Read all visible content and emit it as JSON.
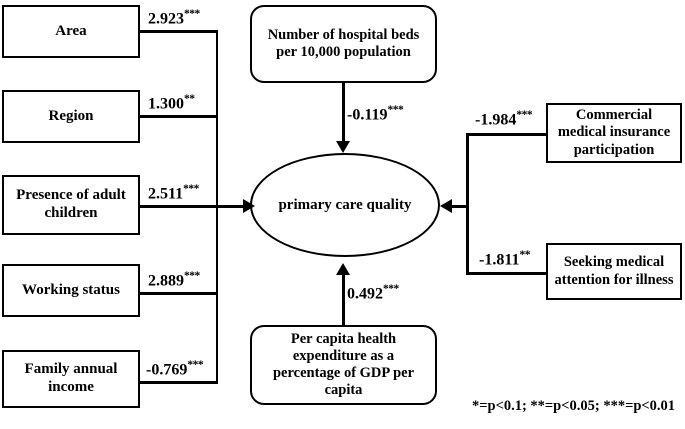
{
  "diagram": {
    "type": "path-diagram",
    "outcome": {
      "label": "primary care quality"
    },
    "left_predictors": [
      {
        "label": "Area",
        "coefficient": "2.923",
        "stars": "***"
      },
      {
        "label": "Region",
        "coefficient": "1.300",
        "stars": "**"
      },
      {
        "label": "Presence of adult children",
        "coefficient": "2.511",
        "stars": "***"
      },
      {
        "label": "Working status",
        "coefficient": "2.889",
        "stars": "***"
      },
      {
        "label": "Family annual income",
        "coefficient": "-0.769",
        "stars": "***"
      }
    ],
    "right_predictors": [
      {
        "label": "Commercial medical insurance participation",
        "coefficient": "-1.984",
        "stars": "***"
      },
      {
        "label": "Seeking medical attention for illness",
        "coefficient": "-1.811",
        "stars": "**"
      }
    ],
    "top_predictor": {
      "label": "Number of hospital beds per 10,000 population",
      "coefficient": "-0.119",
      "stars": "***"
    },
    "bottom_predictor": {
      "label": "Per capita health expenditure as a percentage of GDP per capita",
      "coefficient": "0.492",
      "stars": "***"
    },
    "footnote": "*=p<0.1; **=p<0.05; ***=p<0.01",
    "colors": {
      "stroke": "#000000",
      "fill": "#ffffff"
    }
  }
}
